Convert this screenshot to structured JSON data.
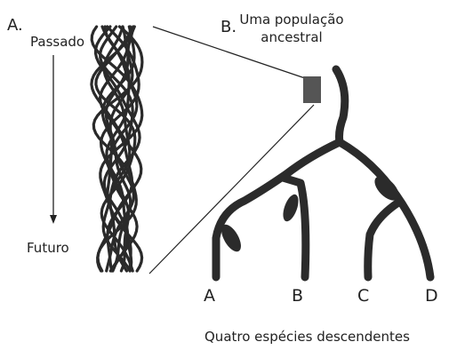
{
  "panel_a": {
    "label": "A.",
    "past_label": "Passado",
    "future_label": "Futuro"
  },
  "panel_b": {
    "label": "B.",
    "ancestral_title": "Uma população ancestral",
    "species": [
      "A",
      "B",
      "C",
      "D"
    ],
    "caption": "Quatro espécies descendentes"
  },
  "colors": {
    "branch": "#2b2b2b",
    "strand": "#2a2a2a",
    "population_box": "#555555",
    "text": "#222222"
  }
}
